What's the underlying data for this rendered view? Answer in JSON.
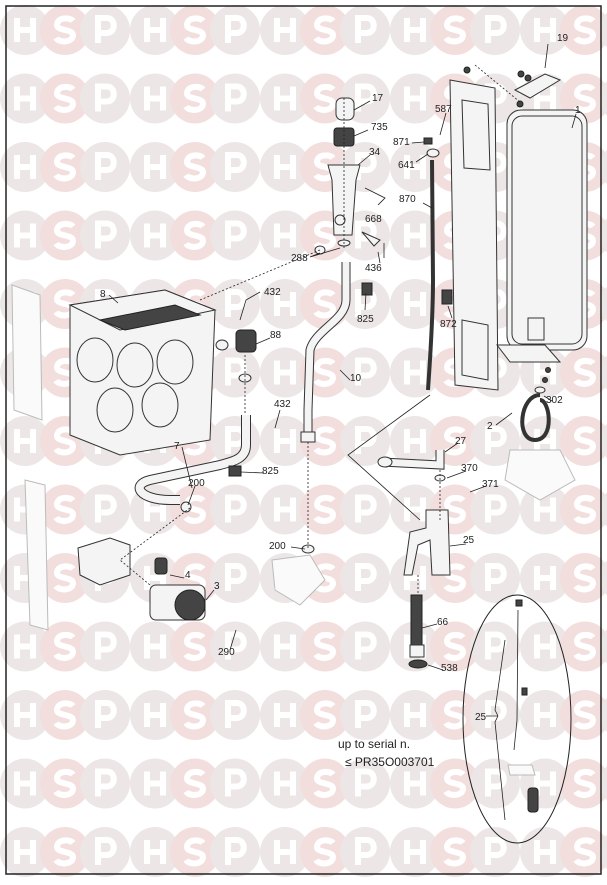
{
  "watermark": {
    "letters": [
      "H",
      "S",
      "P"
    ]
  },
  "labels": [
    {
      "id": "19",
      "text": "19"
    },
    {
      "id": "17",
      "text": "17"
    },
    {
      "id": "735",
      "text": "735"
    },
    {
      "id": "587",
      "text": "587"
    },
    {
      "id": "1",
      "text": "1"
    },
    {
      "id": "871",
      "text": "871"
    },
    {
      "id": "34",
      "text": "34"
    },
    {
      "id": "641",
      "text": "641"
    },
    {
      "id": "870",
      "text": "870"
    },
    {
      "id": "668",
      "text": "668"
    },
    {
      "id": "288",
      "text": "288"
    },
    {
      "id": "436",
      "text": "436"
    },
    {
      "id": "8",
      "text": "8"
    },
    {
      "id": "432a",
      "text": "432"
    },
    {
      "id": "825a",
      "text": "825"
    },
    {
      "id": "88",
      "text": "88"
    },
    {
      "id": "872",
      "text": "872"
    },
    {
      "id": "10",
      "text": "10"
    },
    {
      "id": "302",
      "text": "302"
    },
    {
      "id": "432b",
      "text": "432"
    },
    {
      "id": "2",
      "text": "2"
    },
    {
      "id": "27",
      "text": "27"
    },
    {
      "id": "7",
      "text": "7"
    },
    {
      "id": "370",
      "text": "370"
    },
    {
      "id": "825b",
      "text": "825"
    },
    {
      "id": "371",
      "text": "371"
    },
    {
      "id": "200a",
      "text": "200"
    },
    {
      "id": "25a",
      "text": "25"
    },
    {
      "id": "200b",
      "text": "200"
    },
    {
      "id": "4",
      "text": "4"
    },
    {
      "id": "3",
      "text": "3"
    },
    {
      "id": "66",
      "text": "66"
    },
    {
      "id": "290",
      "text": "290"
    },
    {
      "id": "538",
      "text": "538"
    },
    {
      "id": "25b",
      "text": "25"
    }
  ],
  "note": {
    "line1": "up to serial n.",
    "line2": "≤ PR35O003701"
  }
}
